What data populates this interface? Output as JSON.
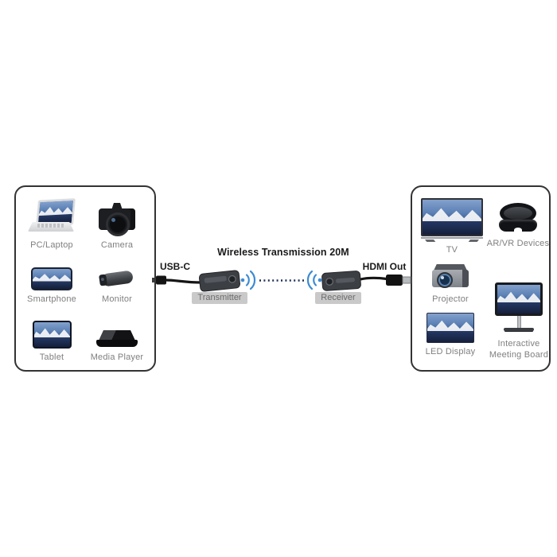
{
  "diagram": {
    "title": "Wireless Transmission 20M",
    "ports": {
      "input": "USB-C",
      "output": "HDMI Out"
    },
    "transmitter": {
      "label": "Transmitter"
    },
    "receiver": {
      "label": "Receiver"
    },
    "colors": {
      "wifi_blue": "#3d8bd4",
      "dotted_line": "#1f3057",
      "device_body": "#3c3f44",
      "chip_bg": "#c9c9c9",
      "chip_text": "#6b6b6b",
      "caption_gray": "#7f7f7f",
      "box_border": "#333333"
    }
  },
  "source_box": {
    "items": [
      {
        "label": "PC/Laptop",
        "icon": "laptop-icon"
      },
      {
        "label": "Camera",
        "icon": "camera-icon"
      },
      {
        "label": "Smartphone",
        "icon": "smartphone-icon"
      },
      {
        "label": "Monitor",
        "icon": "monitor-icon"
      },
      {
        "label": "Tablet",
        "icon": "tablet-icon"
      },
      {
        "label": "Media Player",
        "icon": "media-player-icon"
      }
    ]
  },
  "display_box": {
    "items": [
      {
        "label": "TV",
        "icon": "tv-icon"
      },
      {
        "label": "AR/VR Devices",
        "icon": "vr-headset-icon"
      },
      {
        "label": "Projector",
        "icon": "projector-icon"
      },
      {
        "label": "Interactive Meeting Board",
        "icon": "meeting-board-icon"
      },
      {
        "label": "LED Display",
        "icon": "led-display-icon"
      }
    ]
  }
}
